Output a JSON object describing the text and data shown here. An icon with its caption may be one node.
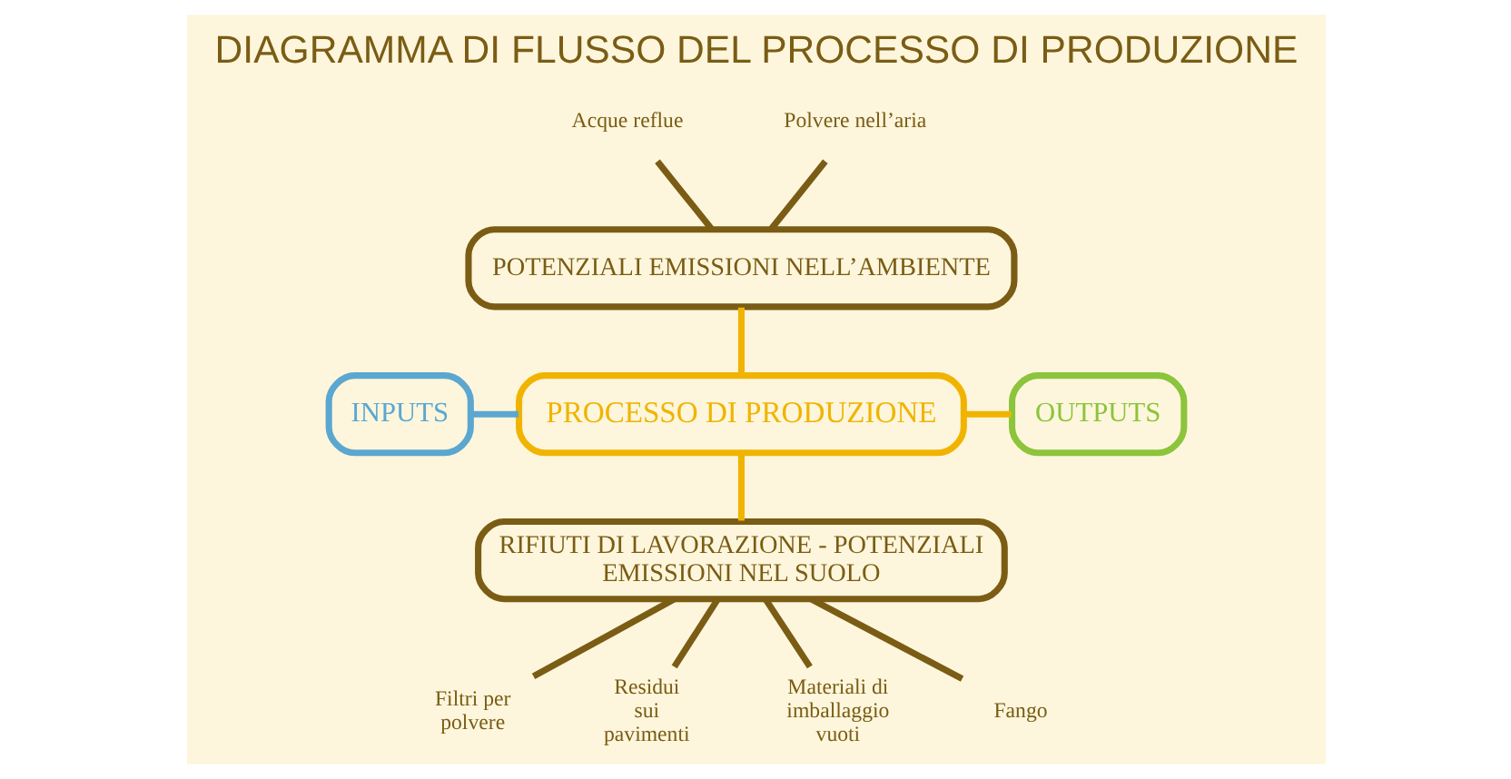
{
  "diagram": {
    "title": "DIAGRAMMA DI FLUSSO DEL PROCESSO DI PRODUZIONE",
    "nodes": [
      {
        "text": [
          "Acque reflue"
        ]
      },
      {
        "text": [
          "Polvere nell’aria"
        ]
      },
      {
        "text": [
          "POTENZIALI EMISSIONI NELL’AMBIENTE"
        ]
      },
      {
        "text": [
          "INPUTS"
        ]
      },
      {
        "text": [
          "PROCESSO DI PRODUZIONE"
        ]
      },
      {
        "text": [
          "OUTPUTS"
        ]
      },
      {
        "text": [
          "RIFIUTI DI LAVORAZIONE - POTENZIALI EMISSIONI NEL SUOLO"
        ]
      },
      {
        "text": [
          "Filtri per polvere"
        ]
      },
      {
        "text": [
          "Residui sui pavimenti"
        ]
      },
      {
        "text": [
          "Materiali di imballaggio vuoti"
        ]
      },
      {
        "text": [
          "Fango"
        ]
      }
    ],
    "edges": [
      {
        "from": 0,
        "to": 2,
        "arrow": "none"
      },
      {
        "from": 1,
        "to": 2,
        "arrow": "none"
      },
      {
        "from": 2,
        "to": 4,
        "arrow": "none",
        "color": "#f0b400"
      },
      {
        "from": 3,
        "to": 4,
        "arrow": "none",
        "color": "#5ba7d0"
      },
      {
        "from": 4,
        "to": 5,
        "arrow": "none",
        "color": "#f0b400"
      },
      {
        "from": 4,
        "to": 6,
        "arrow": "none",
        "color": "#f0b400"
      },
      {
        "from": 6,
        "to": 7,
        "arrow": "none"
      },
      {
        "from": 6,
        "to": 8,
        "arrow": "none"
      },
      {
        "from": 6,
        "to": 9,
        "arrow": "none"
      },
      {
        "from": 6,
        "to": 10,
        "arrow": "none"
      }
    ]
  }
}
